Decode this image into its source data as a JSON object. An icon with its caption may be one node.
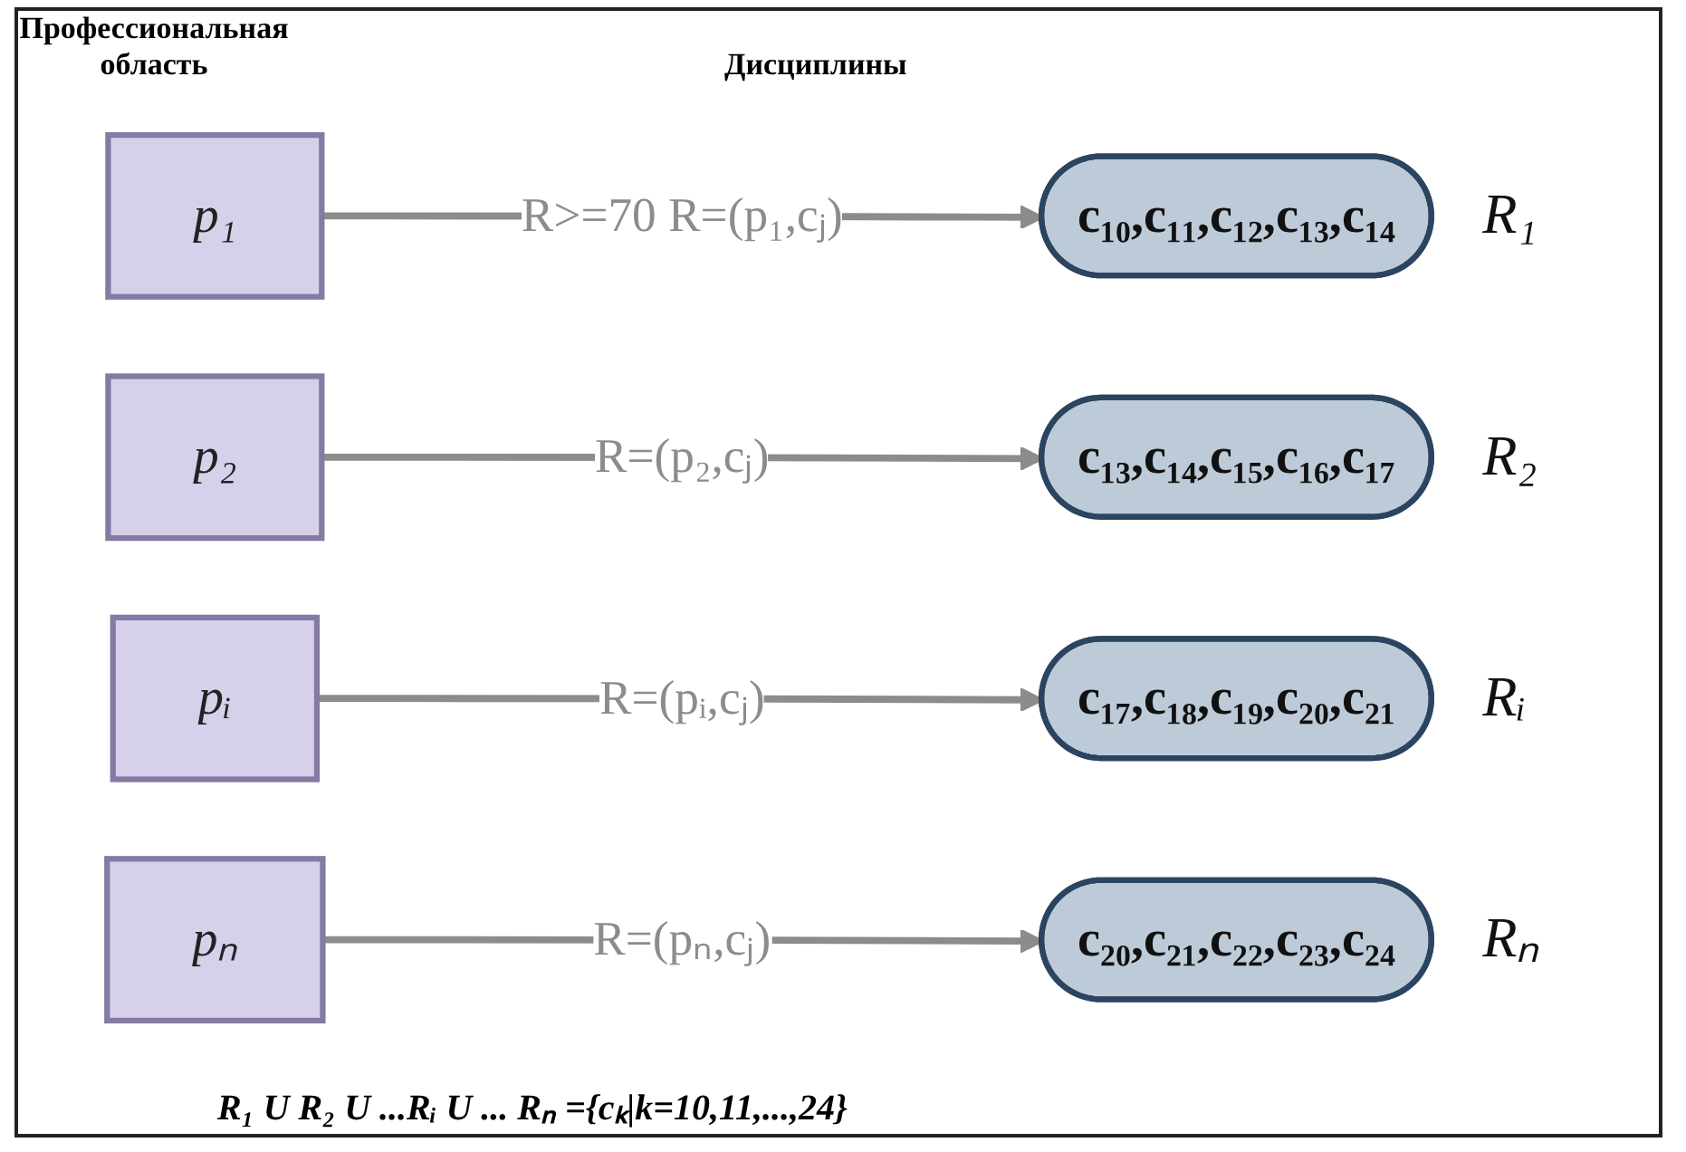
{
  "diagram": {
    "nodes": [
      {
        "text": [
          "p₁"
        ]
      },
      {
        "text": [
          "c₁₀,c₁₁,c₁₂,c₁₃,c₁₄"
        ],
        "beside": [
          "R₁"
        ]
      },
      {
        "text": [
          "p₂"
        ]
      },
      {
        "text": [
          "c₁₃,c₁₄,c₁₅,c₁₆,c₁₇"
        ],
        "beside": [
          "R₂"
        ]
      },
      {
        "text": [
          "pᵢ"
        ]
      },
      {
        "text": [
          "c₁₇,c₁₈,c₁₉,c₂₀,c₂₁"
        ],
        "beside": [
          "Rᵢ"
        ]
      },
      {
        "text": [
          "pₙ"
        ]
      },
      {
        "text": [
          "c₂₀,c₂₁,c₂₂,c₂₃,c₂₄"
        ],
        "beside": [
          "Rₙ"
        ]
      }
    ],
    "edges": [
      {
        "from": 0,
        "to": 1,
        "arrow": "to",
        "label": "R>=70 R=(p₁,cⱼ)"
      },
      {
        "from": 2,
        "to": 3,
        "arrow": "to",
        "label": "R=(p₂,cⱼ)"
      },
      {
        "from": 4,
        "to": 5,
        "arrow": "to",
        "label": "R=(pᵢ,cⱼ)"
      },
      {
        "from": 6,
        "to": 7,
        "arrow": "to",
        "label": "R=(pₙ,cⱼ)"
      }
    ],
    "labels": [
      "Профессиональная область",
      "Дисциплины",
      "R₁ U R₂ U ...Rᵢ U ... Rₙ ={cₖ|k=10,11,...,24}"
    ]
  }
}
